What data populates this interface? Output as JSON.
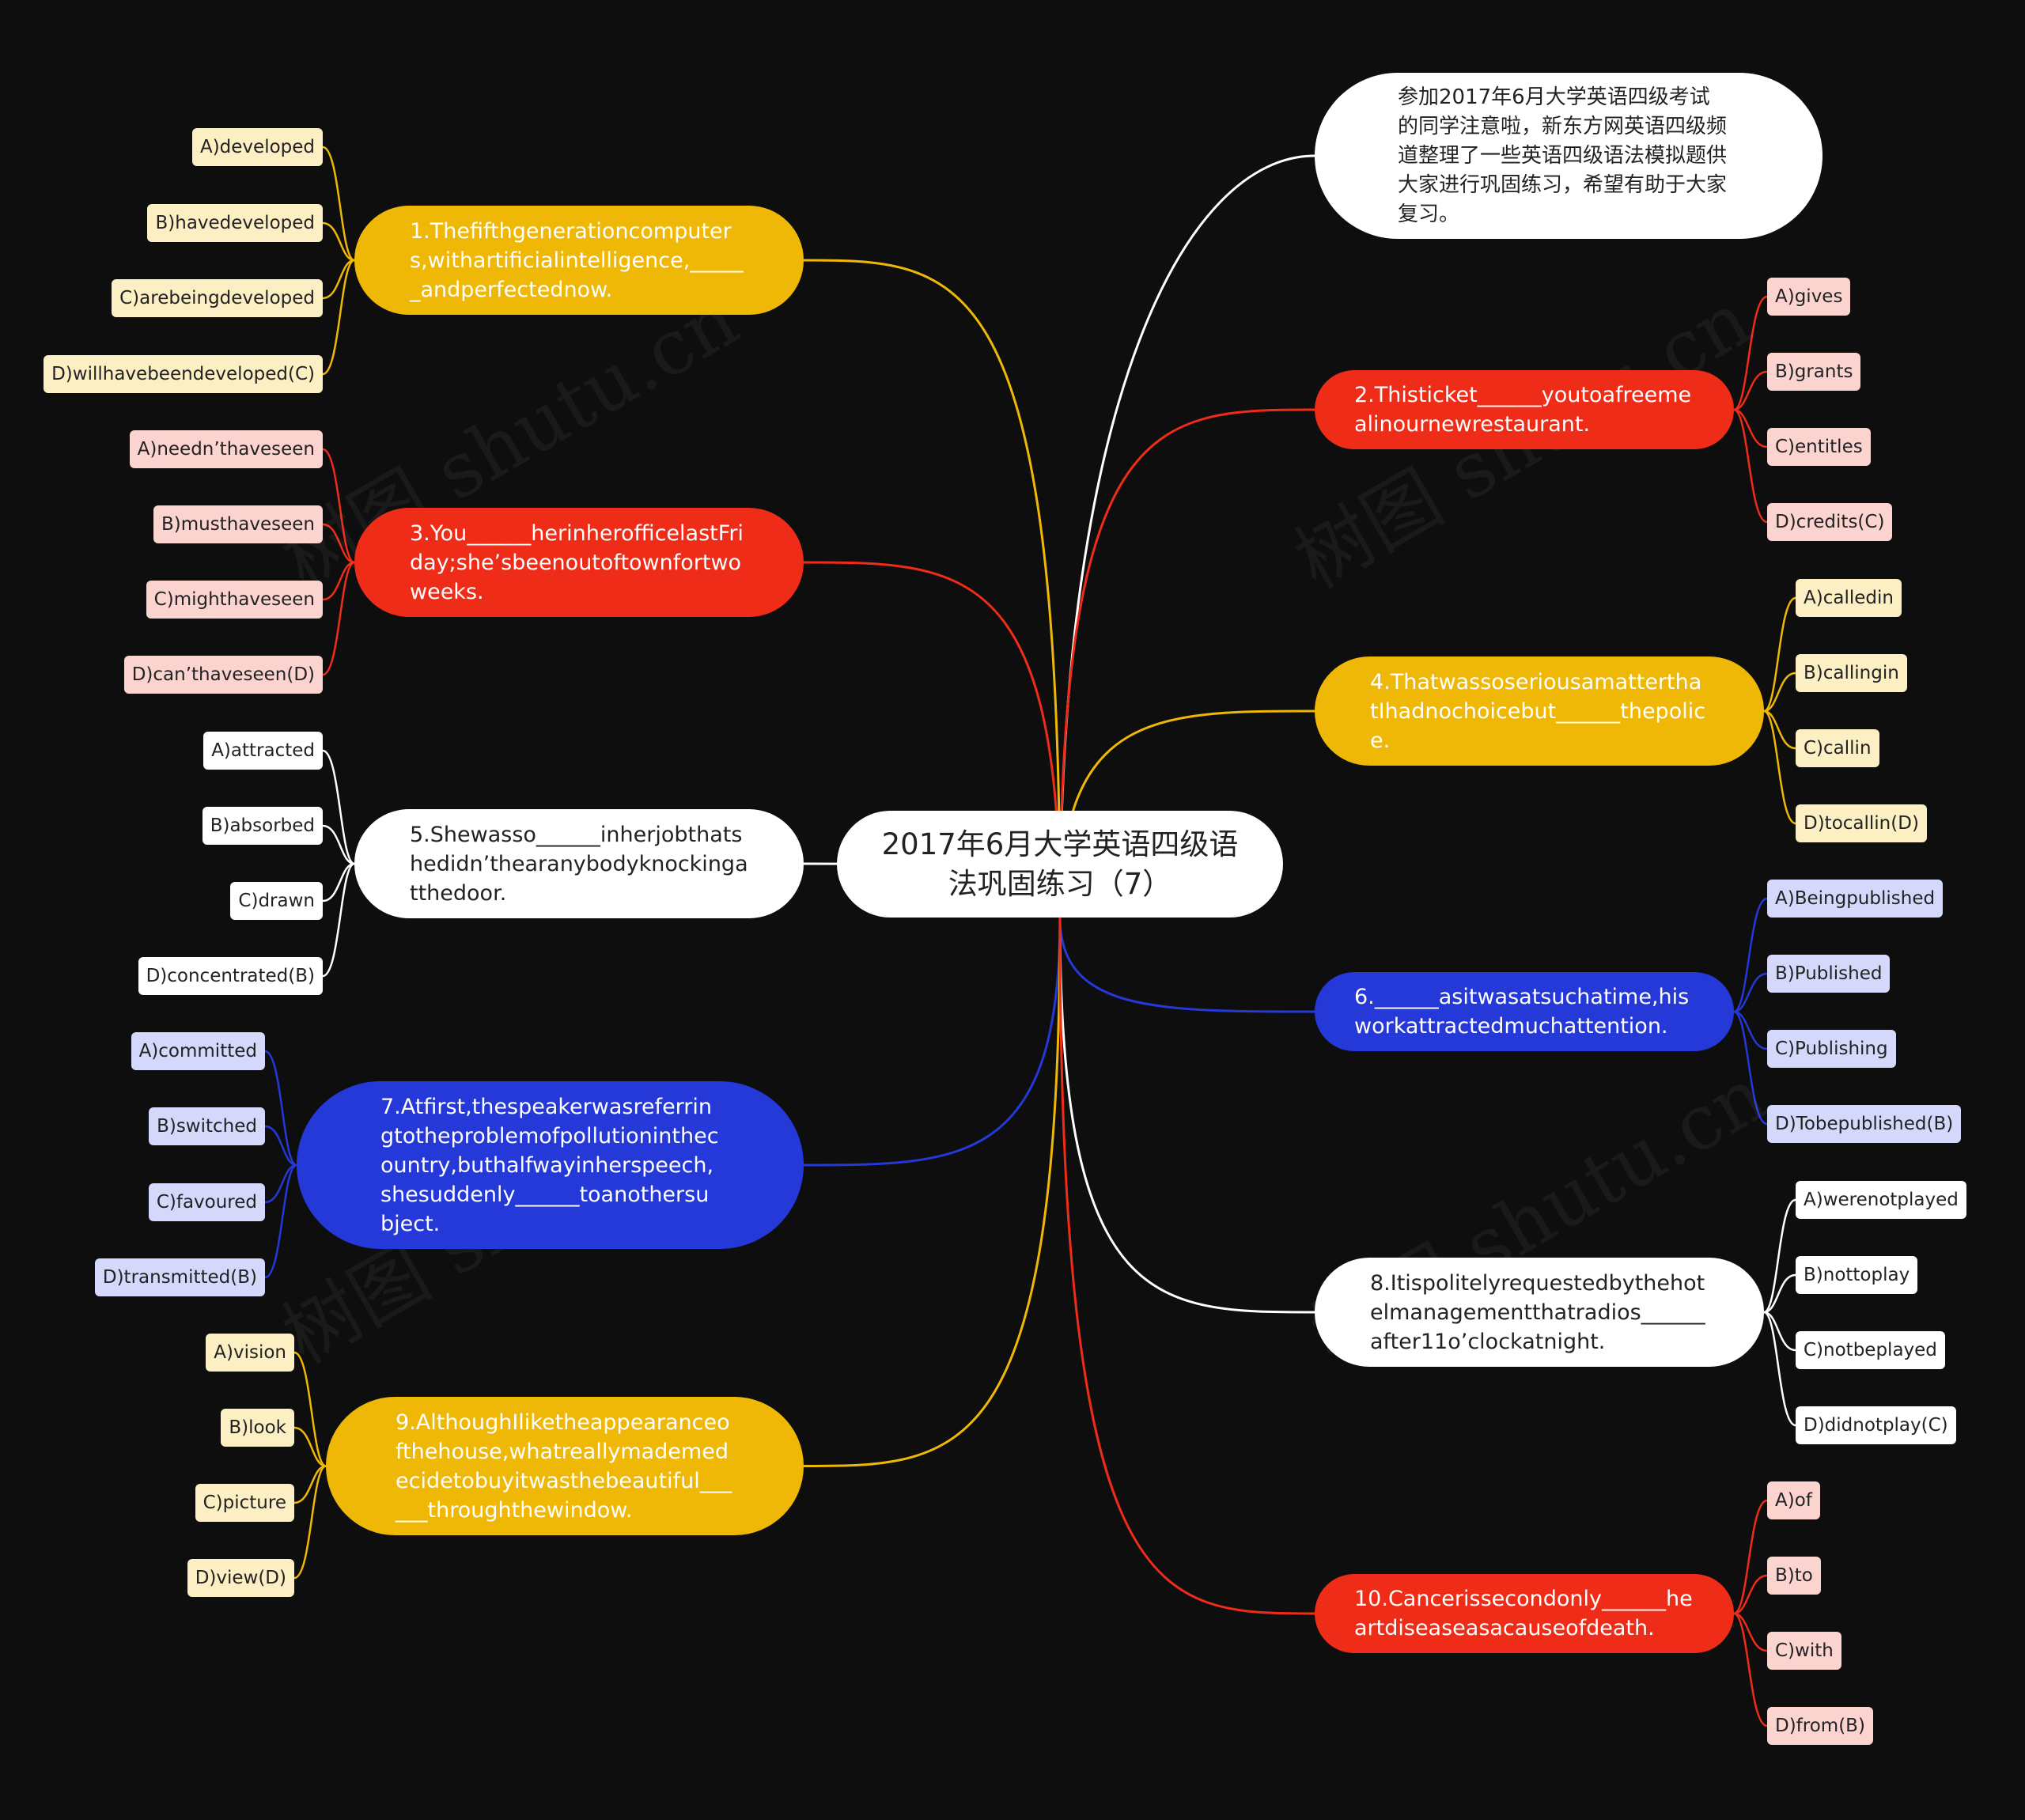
{
  "center": {
    "title": "2017年6月大学英语四级语法巩固练习（7）"
  },
  "intro": {
    "text": "参加2017年6月大学英语四级考试的同学注意啦，新东方网英语四级频道整理了一些英语四级语法模拟题供大家进行巩固练习，希望有助于大家复习。"
  },
  "watermark": "树图 shutu.cn",
  "colors": {
    "yellow": "#f0b806",
    "red": "#ee2c18",
    "white": "#ffffff",
    "blue": "#2538d8",
    "background": "#0e0e0e"
  },
  "questions": [
    {
      "id": "q1",
      "text": "1.Thefifthgenerationcomputers,withartificialintelligence,______andperfectednow.",
      "color": "yellow",
      "options": [
        "A)developed",
        "B)havedeveloped",
        "C)arebeingdeveloped",
        "D)willhavebeendeveloped(C)"
      ]
    },
    {
      "id": "q2",
      "text": "2.Thisticket______youtoafreemealinournewrestaurant.",
      "color": "red",
      "options": [
        "A)gives",
        "B)grants",
        "C)entitles",
        "D)credits(C)"
      ]
    },
    {
      "id": "q3",
      "text": "3.You______herinherofficelastFriday;she’sbeenoutoftownfortwoweeks.",
      "color": "red",
      "options": [
        "A)needn’thaveseen",
        "B)musthaveseen",
        "C)mighthaveseen",
        "D)can’thaveseen(D)"
      ]
    },
    {
      "id": "q4",
      "text": "4.ThatwassoseriousamatterthatIhadnochoicebut______thepolice.",
      "color": "yellow",
      "options": [
        "A)calledin",
        "B)callingin",
        "C)callin",
        "D)tocallin(D)"
      ]
    },
    {
      "id": "q5",
      "text": "5.Shewasso______inherjobthatshedidn’thearanybodyknockingatthedoor.",
      "color": "white",
      "options": [
        "A)attracted",
        "B)absorbed",
        "C)drawn",
        "D)concentrated(B)"
      ]
    },
    {
      "id": "q6",
      "text": "6.______asitwasatsuchatime,hisworkattractedmuchattention.",
      "color": "blue",
      "options": [
        "A)Beingpublished",
        "B)Published",
        "C)Publishing",
        "D)Tobepublished(B)"
      ]
    },
    {
      "id": "q7",
      "text": "7.Atfirst,thespeakerwasreferringtotheproblemofpollutioninthecountry,buthalfwayinherspeech,shesuddenly______toanothersubject.",
      "color": "blue",
      "options": [
        "A)committed",
        "B)switched",
        "C)favoured",
        "D)transmitted(B)"
      ]
    },
    {
      "id": "q8",
      "text": "8.Itispolitelyrequestedbythehotelmanagementthatradios______after11o’clockatnight.",
      "color": "white",
      "options": [
        "A)werenotplayed",
        "B)nottoplay",
        "C)notbeplayed",
        "D)didnotplay(C)"
      ]
    },
    {
      "id": "q9",
      "text": "9.AlthoughIliketheappearanceofthehouse,whatreallymademedecidetobuyitwasthebeautiful______throughthewindow.",
      "color": "yellow",
      "options": [
        "A)vision",
        "B)look",
        "C)picture",
        "D)view(D)"
      ]
    },
    {
      "id": "q10",
      "text": "10.Cancerissecondonly______heartdiseaseasacauseofdeath.",
      "color": "red",
      "options": [
        "A)of",
        "B)to",
        "C)with",
        "D)from(B)"
      ]
    }
  ]
}
